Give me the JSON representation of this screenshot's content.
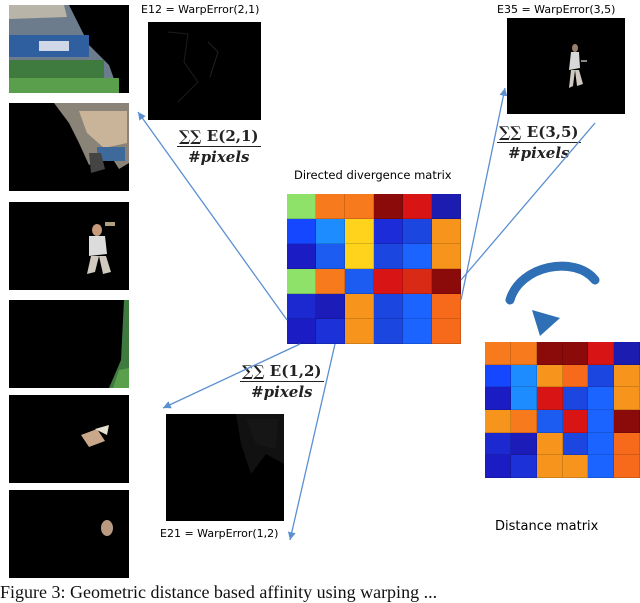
{
  "labels": {
    "e12": "E12 = WarpError(2,1)",
    "e35": "E35 = WarpError(3,5)",
    "e21": "E21 = WarpError(1,2)",
    "directed_matrix_title": "Directed divergence matrix",
    "distance_matrix_title": "Distance matrix"
  },
  "formulas": {
    "f21": {
      "numerator": "∑∑ E(2,1)",
      "denominator": "#pixels"
    },
    "f35": {
      "numerator": "∑∑ E(3,5)",
      "denominator": "#pixels"
    },
    "f12": {
      "numerator": "∑∑ E(1,2)",
      "denominator": "#pixels"
    }
  },
  "caption": "Figure 3: Geometric distance based affinity using warping ...",
  "directed_matrix": [
    [
      "#8ee26a",
      "#f77a1c",
      "#f77a1c",
      "#8b0a0a",
      "#d81414",
      "#1c1cb0"
    ],
    [
      "#1447ff",
      "#1c8cff",
      "#ffd21c",
      "#1c2cd8",
      "#1c46e0",
      "#f7941c"
    ],
    [
      "#1c1cc4",
      "#1c5cf0",
      "#ffd21c",
      "#1c46e0",
      "#1c64ff",
      "#f7941c"
    ],
    [
      "#8ee26a",
      "#f77a1c",
      "#1c5cf0",
      "#d81414",
      "#d82a14",
      "#8b0a0a"
    ],
    [
      "#1c28d0",
      "#1c1cb8",
      "#f7941c",
      "#1c46e0",
      "#1c64ff",
      "#f76a1c"
    ],
    [
      "#1c1cc4",
      "#1c32d8",
      "#f7941c",
      "#1c46e0",
      "#1c64ff",
      "#f76a1c"
    ]
  ],
  "distance_matrix": [
    [
      "#f77a1c",
      "#f77a1c",
      "#8b0a0a",
      "#8b0a0a",
      "#d81414",
      "#1c1cb0"
    ],
    [
      "#1447ff",
      "#1c8cff",
      "#f7941c",
      "#f76a1c",
      "#1c46e0",
      "#f7941c"
    ],
    [
      "#1c1cc4",
      "#1c8cff",
      "#d81414",
      "#1c46e0",
      "#1c64ff",
      "#f7941c"
    ],
    [
      "#f7941c",
      "#f77a1c",
      "#1c5cf0",
      "#d81414",
      "#1c64ff",
      "#8b0a0a"
    ],
    [
      "#1c28d0",
      "#1c1cb8",
      "#f7941c",
      "#1c46e0",
      "#1c64ff",
      "#f76a1c"
    ],
    [
      "#1c1cc4",
      "#1c32d8",
      "#f7941c",
      "#f7941c",
      "#1c64ff",
      "#f76a1c"
    ]
  ],
  "colors": {
    "arrow": "#5b8fd1",
    "curved_arrow": "#2f6fb5",
    "background": "#ffffff"
  }
}
